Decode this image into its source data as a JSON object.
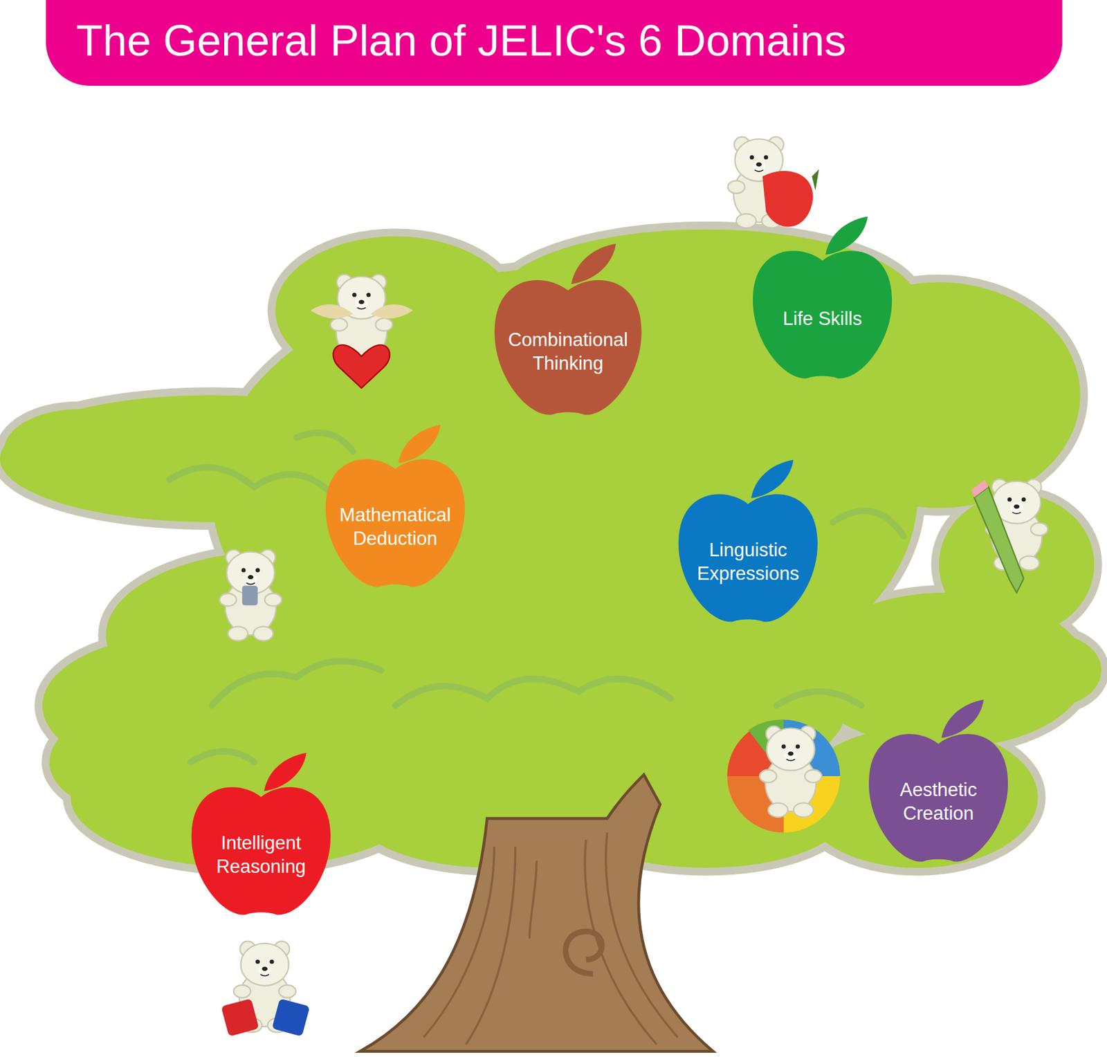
{
  "diagram": {
    "title": "The General Plan of JELIC's 6 Domains",
    "nodes": [
      {
        "text": [
          "Combinational Thinking"
        ]
      },
      {
        "text": [
          "Life Skills"
        ]
      },
      {
        "text": [
          "Mathematical Deduction"
        ]
      },
      {
        "text": [
          "Linguistic Expressions"
        ]
      },
      {
        "text": [
          "Intelligent Reasoning"
        ]
      },
      {
        "text": [
          "Aesthetic Creation"
        ]
      }
    ]
  }
}
